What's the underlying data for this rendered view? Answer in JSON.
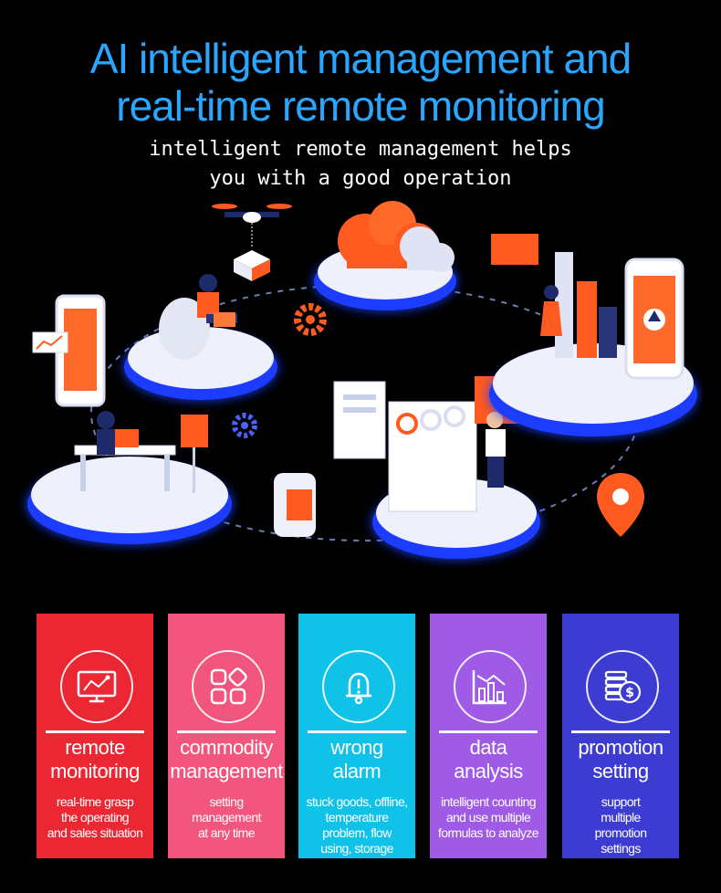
{
  "header": {
    "title_line1": "AI intelligent management and",
    "title_line2": "real-time remote monitoring",
    "subtitle_line1": "intelligent remote management helps",
    "subtitle_line2": "you with a good operation"
  },
  "colors": {
    "title": "#2aa6ff",
    "accent_orange": "#ff5a1f",
    "glow_blue": "#2f7bff",
    "card_red": "#ec2734",
    "card_pink": "#f2557e",
    "card_cyan": "#11c2e8",
    "card_purple": "#9f5ae6",
    "card_indigo": "#3d3cd2"
  },
  "cards": [
    {
      "icon": "monitor-map-icon",
      "name_line1": "remote",
      "name_line2": "monitoring",
      "desc_lines": [
        "real-time grasp",
        "the operating",
        "and sales situation"
      ]
    },
    {
      "icon": "commodity-grid-icon",
      "name_line1": "commodity",
      "name_line2": "management",
      "desc_lines": [
        "setting",
        "management",
        "at any time"
      ]
    },
    {
      "icon": "alarm-bell-icon",
      "name_line1": "wrong",
      "name_line2": "alarm",
      "desc_lines": [
        "stuck goods, offline,",
        "temperature",
        "problem, flow",
        "using, storage"
      ]
    },
    {
      "icon": "data-chart-icon",
      "name_line1": "data",
      "name_line2": "analysis",
      "desc_lines": [
        "intelligent counting",
        "and use multiple",
        "formulas to analyze"
      ]
    },
    {
      "icon": "coins-dollar-icon",
      "name_line1": "promotion",
      "name_line2": "setting",
      "desc_lines": [
        "support",
        "multiple",
        "promotion",
        "settings"
      ]
    }
  ]
}
